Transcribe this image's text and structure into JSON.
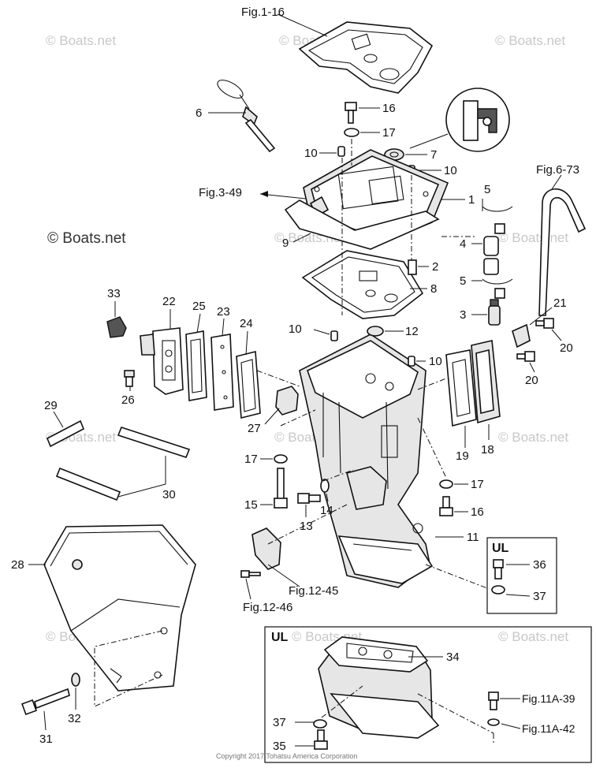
{
  "watermark": "© Boats.net",
  "brand_mark": "© Boats.net",
  "copyright": "Copyright 2017 Tohatsu America Corporation",
  "refs": {
    "fig_1_16": "Fig.1-16",
    "fig_3_49": "Fig.3-49",
    "fig_6_73": "Fig.6-73",
    "fig_12_45": "Fig.12-45",
    "fig_12_46": "Fig.12-46",
    "fig_11a_39": "Fig.11A-39",
    "fig_11a_42": "Fig.11A-42"
  },
  "ul_label": "UL",
  "callouts": {
    "p1": "1",
    "p2": "2",
    "p3": "3",
    "p4": "4",
    "p5a": "5",
    "p5b": "5",
    "p6": "6",
    "p7": "7",
    "p8": "8",
    "p9": "9",
    "p10a": "10",
    "p10b": "10",
    "p10c": "10",
    "p10d": "10",
    "p11": "11",
    "p12": "12",
    "p13": "13",
    "p14": "14",
    "p15": "15",
    "p16a": "16",
    "p16b": "16",
    "p17a": "17",
    "p17b": "17",
    "p17c": "17",
    "p18": "18",
    "p19": "19",
    "p20a": "20",
    "p20b": "20",
    "p21": "21",
    "p22": "22",
    "p23": "23",
    "p24": "24",
    "p25": "25",
    "p26": "26",
    "p27": "27",
    "p28": "28",
    "p29": "29",
    "p30": "30",
    "p31": "31",
    "p32": "32",
    "p33": "33",
    "p34": "34",
    "p35": "35",
    "p36": "36",
    "p37a": "37",
    "p37b": "37"
  }
}
